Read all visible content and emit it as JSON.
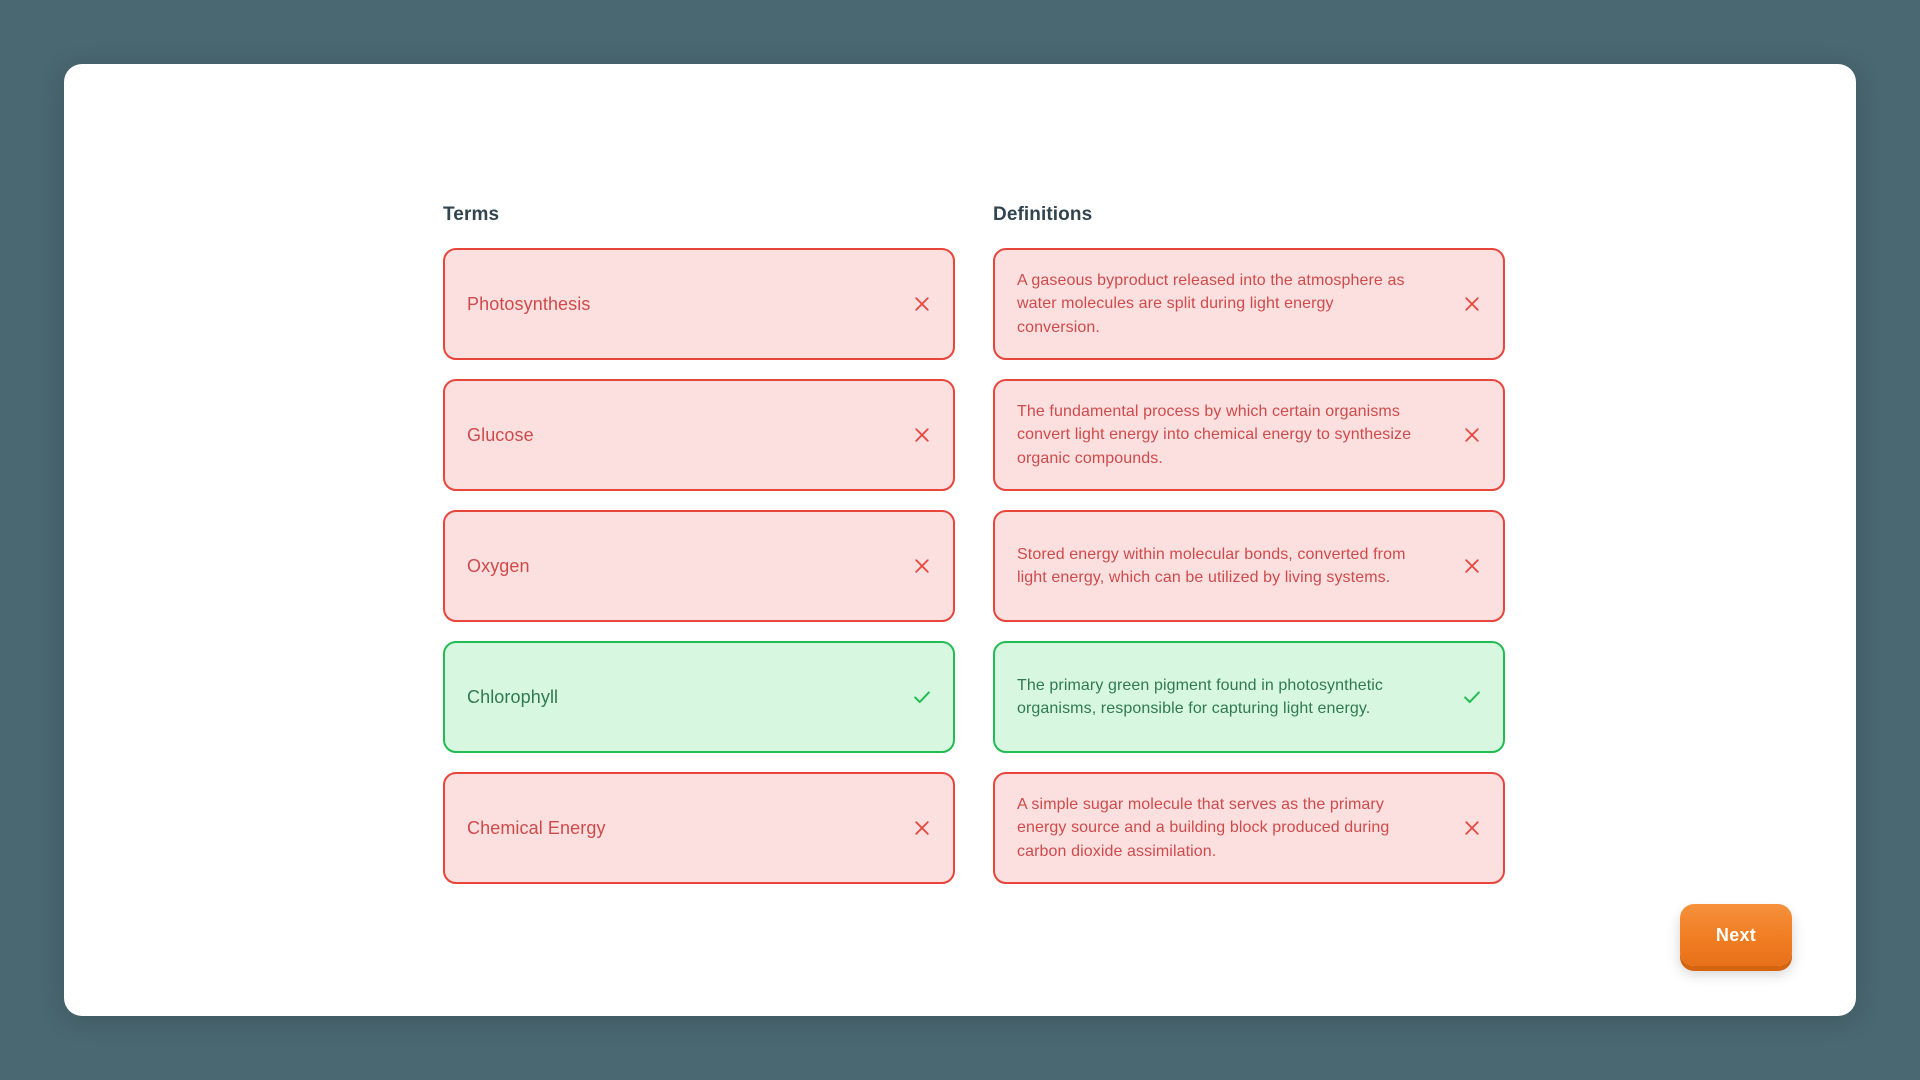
{
  "theme": {
    "background_color": "#4a6872",
    "panel_color": "#ffffff",
    "wrong_bg": "#fcdfdf",
    "wrong_border": "#e8453c",
    "wrong_text": "#cf4b4b",
    "correct_bg": "#d8f7e0",
    "correct_border": "#22bd52",
    "correct_text": "#2f7a51",
    "accent_button": "#f07d22",
    "header_text": "#31444f"
  },
  "columns": {
    "terms_header": "Terms",
    "definitions_header": "Definitions"
  },
  "terms": [
    {
      "label": "Photosynthesis",
      "state": "wrong",
      "icon": "close-icon"
    },
    {
      "label": "Glucose",
      "state": "wrong",
      "icon": "close-icon"
    },
    {
      "label": "Oxygen",
      "state": "wrong",
      "icon": "close-icon"
    },
    {
      "label": "Chlorophyll",
      "state": "correct",
      "icon": "check-icon"
    },
    {
      "label": "Chemical Energy",
      "state": "wrong",
      "icon": "close-icon"
    }
  ],
  "definitions": [
    {
      "label": "A gaseous byproduct released into the atmosphere as water molecules are split during light energy conversion.",
      "state": "wrong",
      "icon": "close-icon"
    },
    {
      "label": "The fundamental process by which certain organisms convert light energy into chemical energy to synthesize organic compounds.",
      "state": "wrong",
      "icon": "close-icon"
    },
    {
      "label": "Stored energy within molecular bonds, converted from light energy, which can be utilized by living systems.",
      "state": "wrong",
      "icon": "close-icon"
    },
    {
      "label": "The primary green pigment found in photosynthetic organisms, responsible for capturing light energy.",
      "state": "correct",
      "icon": "check-icon"
    },
    {
      "label": "A simple sugar molecule that serves as the primary energy source and a building block produced during carbon dioxide assimilation.",
      "state": "wrong",
      "icon": "close-icon"
    }
  ],
  "footer": {
    "next_label": "Next"
  }
}
